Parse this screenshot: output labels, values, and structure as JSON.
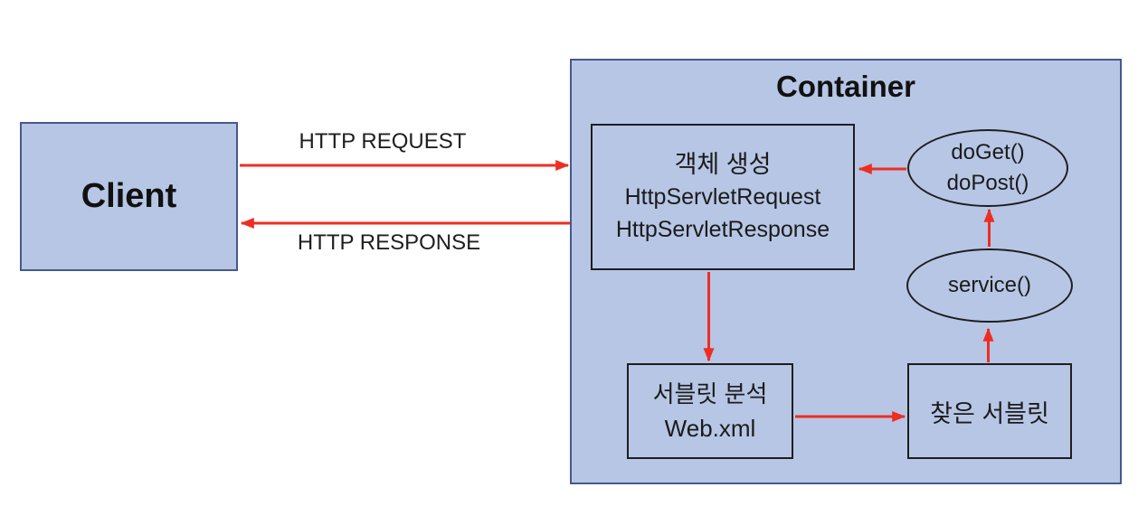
{
  "client": {
    "label": "Client"
  },
  "container": {
    "title": "Container"
  },
  "flows": {
    "request_label": "HTTP REQUEST",
    "response_label": "HTTP RESPONSE"
  },
  "nodes": {
    "object_creation": {
      "lines": [
        "객체 생성",
        "HttpServletRequest",
        "HttpServletResponse"
      ]
    },
    "servlet_analysis": {
      "lines": [
        "서블릿 분석",
        "Web.xml"
      ]
    },
    "found_servlet": {
      "label": "찾은 서블릿"
    },
    "doget_dopost": {
      "lines": [
        "doGet()",
        "doPost()"
      ]
    },
    "service": {
      "label": "service()"
    }
  },
  "colors": {
    "shape_fill": "#b7c6e5",
    "outer_border": "#46598c",
    "inner_border": "#1e1e1e",
    "arrow": "#ee2e22",
    "text": "#1b1b1b"
  }
}
